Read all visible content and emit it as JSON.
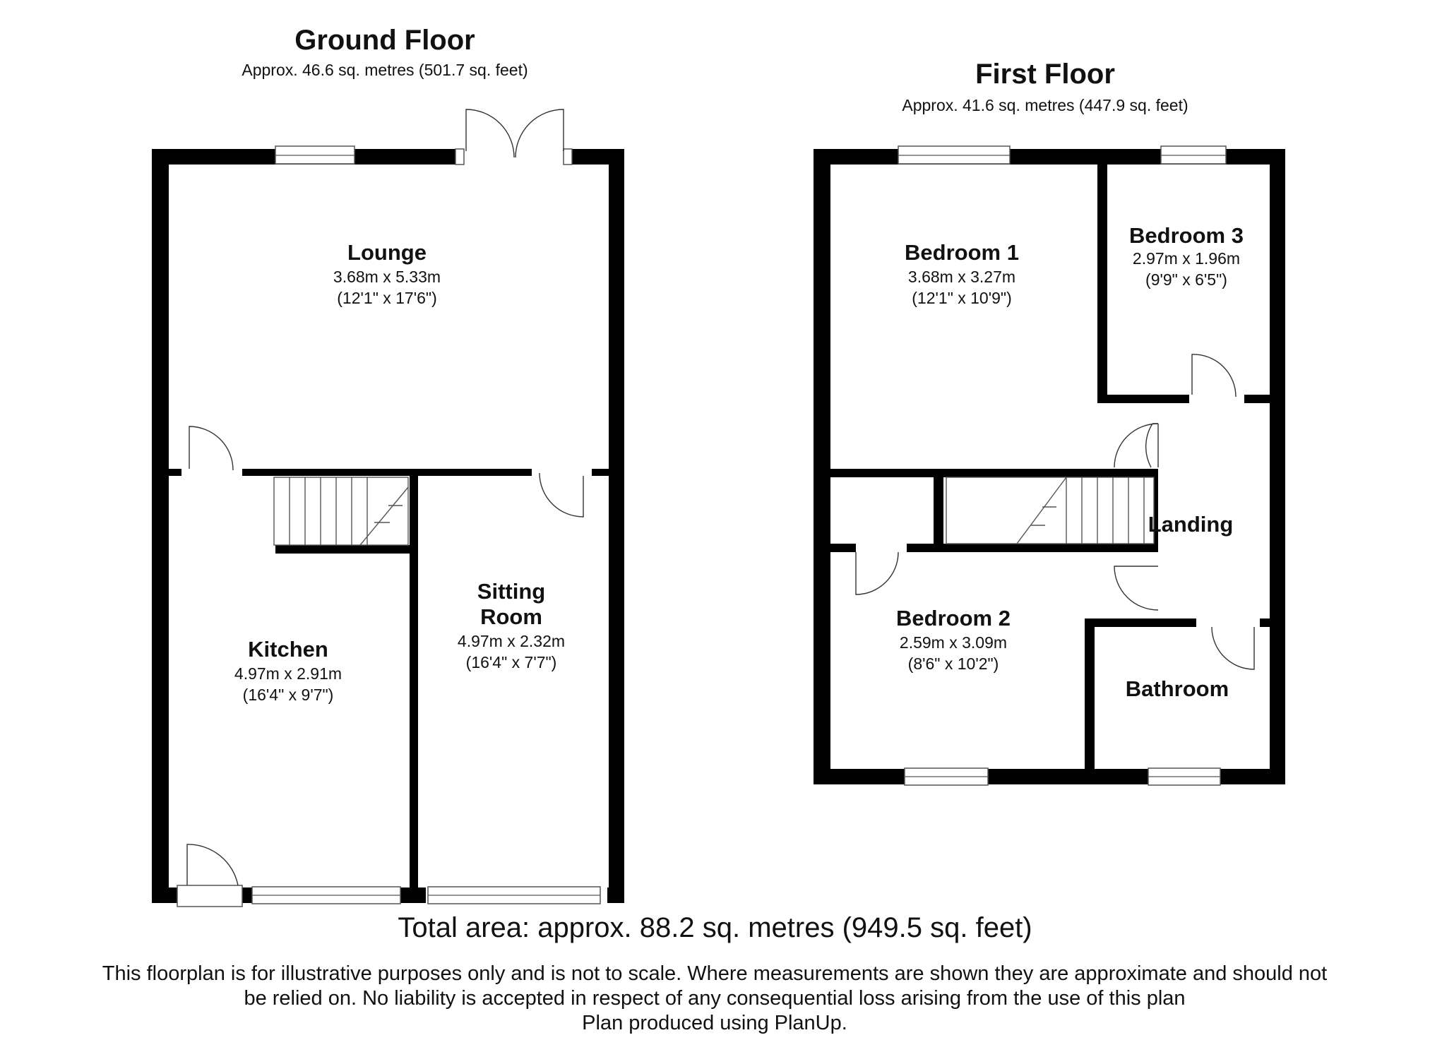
{
  "ground_floor": {
    "title": "Ground Floor",
    "area": "Approx. 46.6 sq. metres (501.7 sq. feet)",
    "rooms": {
      "lounge": {
        "name": "Lounge",
        "metric": "3.68m x 5.33m",
        "imperial": "(12'1\" x 17'6\")"
      },
      "kitchen": {
        "name": "Kitchen",
        "metric": "4.97m x 2.91m",
        "imperial": "(16'4\" x 9'7\")"
      },
      "sitting_room": {
        "name_line1": "Sitting",
        "name_line2": "Room",
        "metric": "4.97m x 2.32m",
        "imperial": "(16'4\" x 7'7\")"
      }
    }
  },
  "first_floor": {
    "title": "First Floor",
    "area": "Approx. 41.6 sq. metres (447.9 sq. feet)",
    "rooms": {
      "bedroom1": {
        "name": "Bedroom 1",
        "metric": "3.68m x 3.27m",
        "imperial": "(12'1\" x 10'9\")"
      },
      "bedroom3": {
        "name": "Bedroom 3",
        "metric": "2.97m x 1.96m",
        "imperial": "(9'9\" x 6'5\")"
      },
      "bedroom2": {
        "name": "Bedroom 2",
        "metric": "2.59m x 3.09m",
        "imperial": "(8'6\" x 10'2\")"
      },
      "landing": {
        "name": "Landing"
      },
      "bathroom": {
        "name": "Bathroom"
      }
    }
  },
  "total_area": "Total area: approx. 88.2 sq. metres (949.5 sq. feet)",
  "disclaimer": {
    "line1": "This floorplan is for illustrative purposes only and is not to scale. Where measurements are shown they are approximate and should not",
    "line2": "be relied on. No liability is accepted in respect of any consequential loss arising from the use of this plan",
    "line3": "Plan produced using PlanUp."
  }
}
